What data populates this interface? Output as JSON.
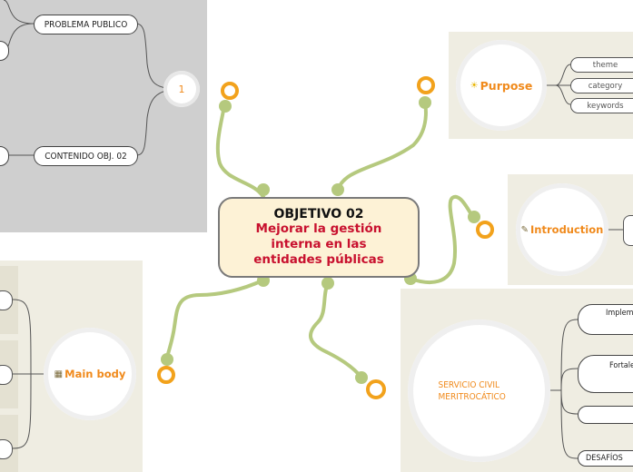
{
  "central": {
    "title": "OBJETIVO 02",
    "subtitle": "Mejorar la gestión interna en las entidades públicas"
  },
  "gray_panel": {
    "node_number": "1",
    "pill_top": "PROBLEMA PUBLICO",
    "pill_bottom": "CONTENIDO OBJ. 02"
  },
  "purpose": {
    "label": "Purpose",
    "icon": "lightbulb-icon",
    "tags": [
      "theme",
      "category",
      "keywords"
    ]
  },
  "introduction": {
    "label": "Introduction",
    "icon": "memo-icon"
  },
  "main_body": {
    "label": "Main body",
    "icon": "document-icon"
  },
  "servicio": {
    "label": "SERVICIO CIVIL MERITROCÁTICO",
    "pills": [
      "Impleme",
      "Fortalec",
      "",
      "DESAFÍOS"
    ]
  },
  "colors": {
    "branch": "#b5c97e",
    "ring": "#f2a21c",
    "panel_gray": "#cfcfcf",
    "panel_beige": "#efede2",
    "central_fill": "#fdf2d6",
    "title_red": "#c8102e"
  }
}
